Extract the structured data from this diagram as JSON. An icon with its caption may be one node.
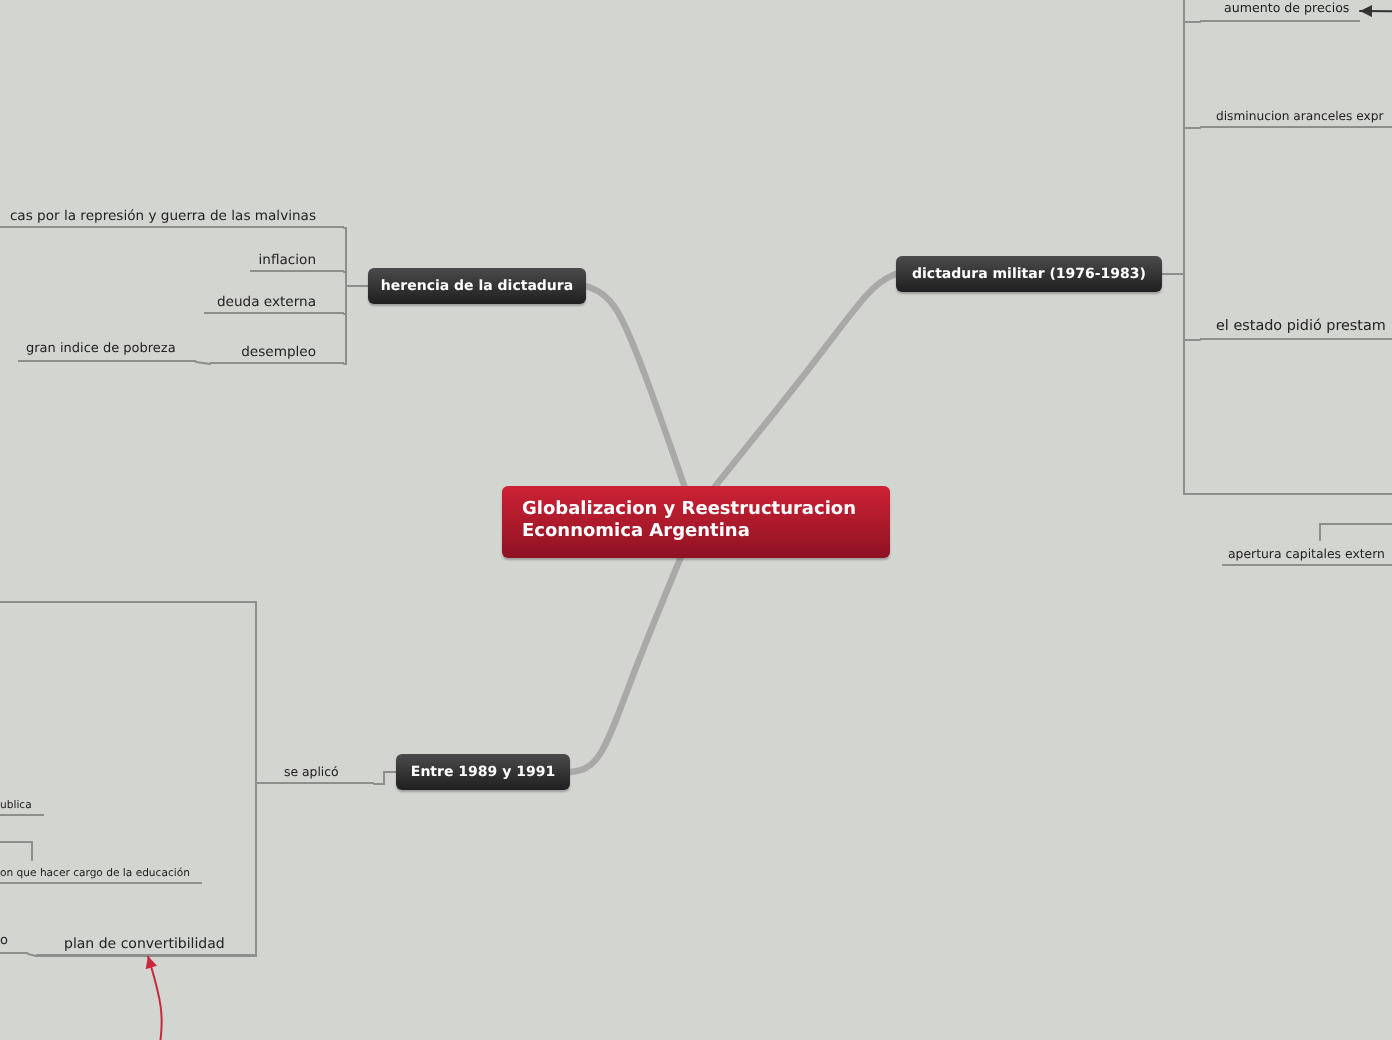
{
  "diagram": {
    "nodes": [
      {
        "text": [
          "Globalizacion y Reestructuracion Econnomica Argentina"
        ]
      },
      {
        "text": [
          "herencia de la dictadura"
        ]
      },
      {
        "text": [
          "cas por la represión y guerra de las malvinas"
        ]
      },
      {
        "text": [
          "inflacion"
        ]
      },
      {
        "text": [
          "deuda externa"
        ]
      },
      {
        "text": [
          "desempleo"
        ]
      },
      {
        "text": [
          "gran indice de pobreza"
        ]
      },
      {
        "text": [
          "dictadura militar (1976-1983)"
        ]
      },
      {
        "text": [
          "aumento de precios"
        ]
      },
      {
        "text": [
          "disminucion aranceles expr"
        ]
      },
      {
        "text": [
          "el estado pidió prestam"
        ]
      },
      {
        "text": [
          "apertura capitales extern"
        ]
      },
      {
        "text": [
          "Entre 1989 y 1991"
        ]
      },
      {
        "text": [
          "se aplicó"
        ]
      },
      {
        "text": [
          "ublica"
        ]
      },
      {
        "text": [
          "on que hacer cargo de la educación"
        ]
      },
      {
        "text": [
          "plan de convertibilidad"
        ]
      },
      {
        "text": [
          "o"
        ]
      }
    ],
    "edges": [
      {
        "from": 0,
        "to": 1,
        "arrow": "none",
        "style": "thick"
      },
      {
        "from": 0,
        "to": 7,
        "arrow": "none",
        "style": "thick"
      },
      {
        "from": 0,
        "to": 12,
        "arrow": "none",
        "style": "thick"
      },
      {
        "from": 1,
        "to": 2,
        "arrow": "none"
      },
      {
        "from": 1,
        "to": 3,
        "arrow": "none"
      },
      {
        "from": 1,
        "to": 4,
        "arrow": "none"
      },
      {
        "from": 1,
        "to": 5,
        "arrow": "none"
      },
      {
        "from": 5,
        "to": 6,
        "arrow": "none"
      },
      {
        "from": 7,
        "to": 8,
        "arrow": "none"
      },
      {
        "from": 7,
        "to": 9,
        "arrow": "none"
      },
      {
        "from": 7,
        "to": 10,
        "arrow": "none"
      },
      {
        "from": null,
        "to": 8,
        "arrow": "to",
        "color": "#333333"
      },
      {
        "from": null,
        "to": 11,
        "arrow": "none"
      },
      {
        "from": 12,
        "to": 13,
        "arrow": "none"
      },
      {
        "from": 13,
        "to": 16,
        "arrow": "none"
      },
      {
        "from": 16,
        "to": 17,
        "arrow": "none"
      },
      {
        "from": 15,
        "to": null,
        "arrow": "none"
      },
      {
        "from": null,
        "to": 16,
        "arrow": "to",
        "color": "#c8283c"
      }
    ]
  }
}
